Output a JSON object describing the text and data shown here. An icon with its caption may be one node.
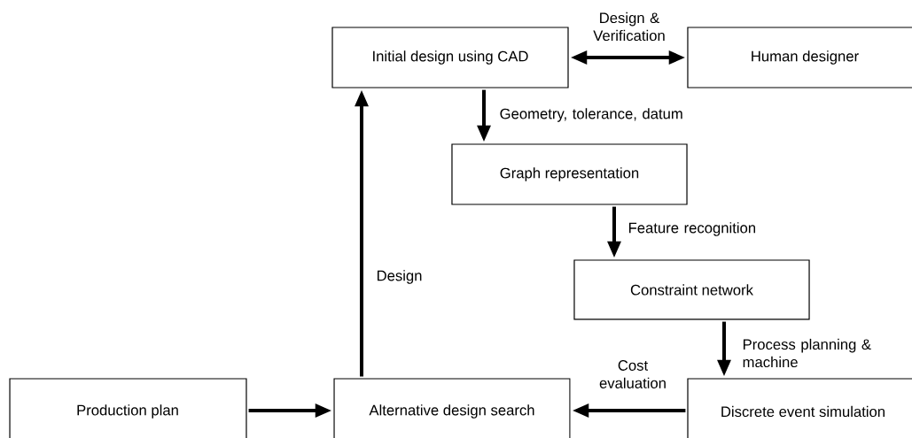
{
  "diagram": {
    "nodes": [
      {
        "text": [
          "Initial design using CAD"
        ]
      },
      {
        "text": [
          "Human designer"
        ]
      },
      {
        "text": [
          "Graph representation"
        ]
      },
      {
        "text": [
          "Constraint network"
        ]
      },
      {
        "text": [
          "Production plan"
        ]
      },
      {
        "text": [
          "Alternative design search"
        ]
      },
      {
        "text": [
          "Discrete event simulation"
        ]
      }
    ],
    "edges": [
      {
        "from": 0,
        "to": 1,
        "arrow": "both",
        "label": "Design & Verification"
      },
      {
        "from": 0,
        "to": 2,
        "arrow": "to",
        "label": "Geometry, tolerance, datum"
      },
      {
        "from": 2,
        "to": 3,
        "arrow": "to",
        "label": "Feature recognition"
      },
      {
        "from": 3,
        "to": 6,
        "arrow": "to",
        "label": "Process planning & machine"
      },
      {
        "from": 6,
        "to": 5,
        "arrow": "to",
        "label": "Cost evaluation"
      },
      {
        "from": 4,
        "to": 5,
        "arrow": "to"
      },
      {
        "from": 5,
        "to": 0,
        "arrow": "to",
        "label": "Design"
      }
    ]
  }
}
